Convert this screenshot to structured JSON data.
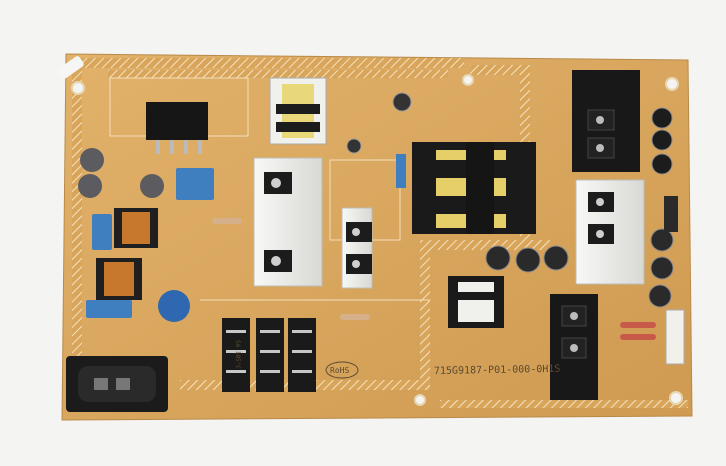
{
  "board": {
    "part_number": "715G9187-P01-000-0H1S",
    "compliance_mark": "RoHS",
    "capacitor_label": "SA 105°C",
    "board_color": "#d9a55a",
    "solder_mask_color": "#e8bd78",
    "heatsink_color": "#ecece8",
    "component_color": "#1c1c1c"
  }
}
